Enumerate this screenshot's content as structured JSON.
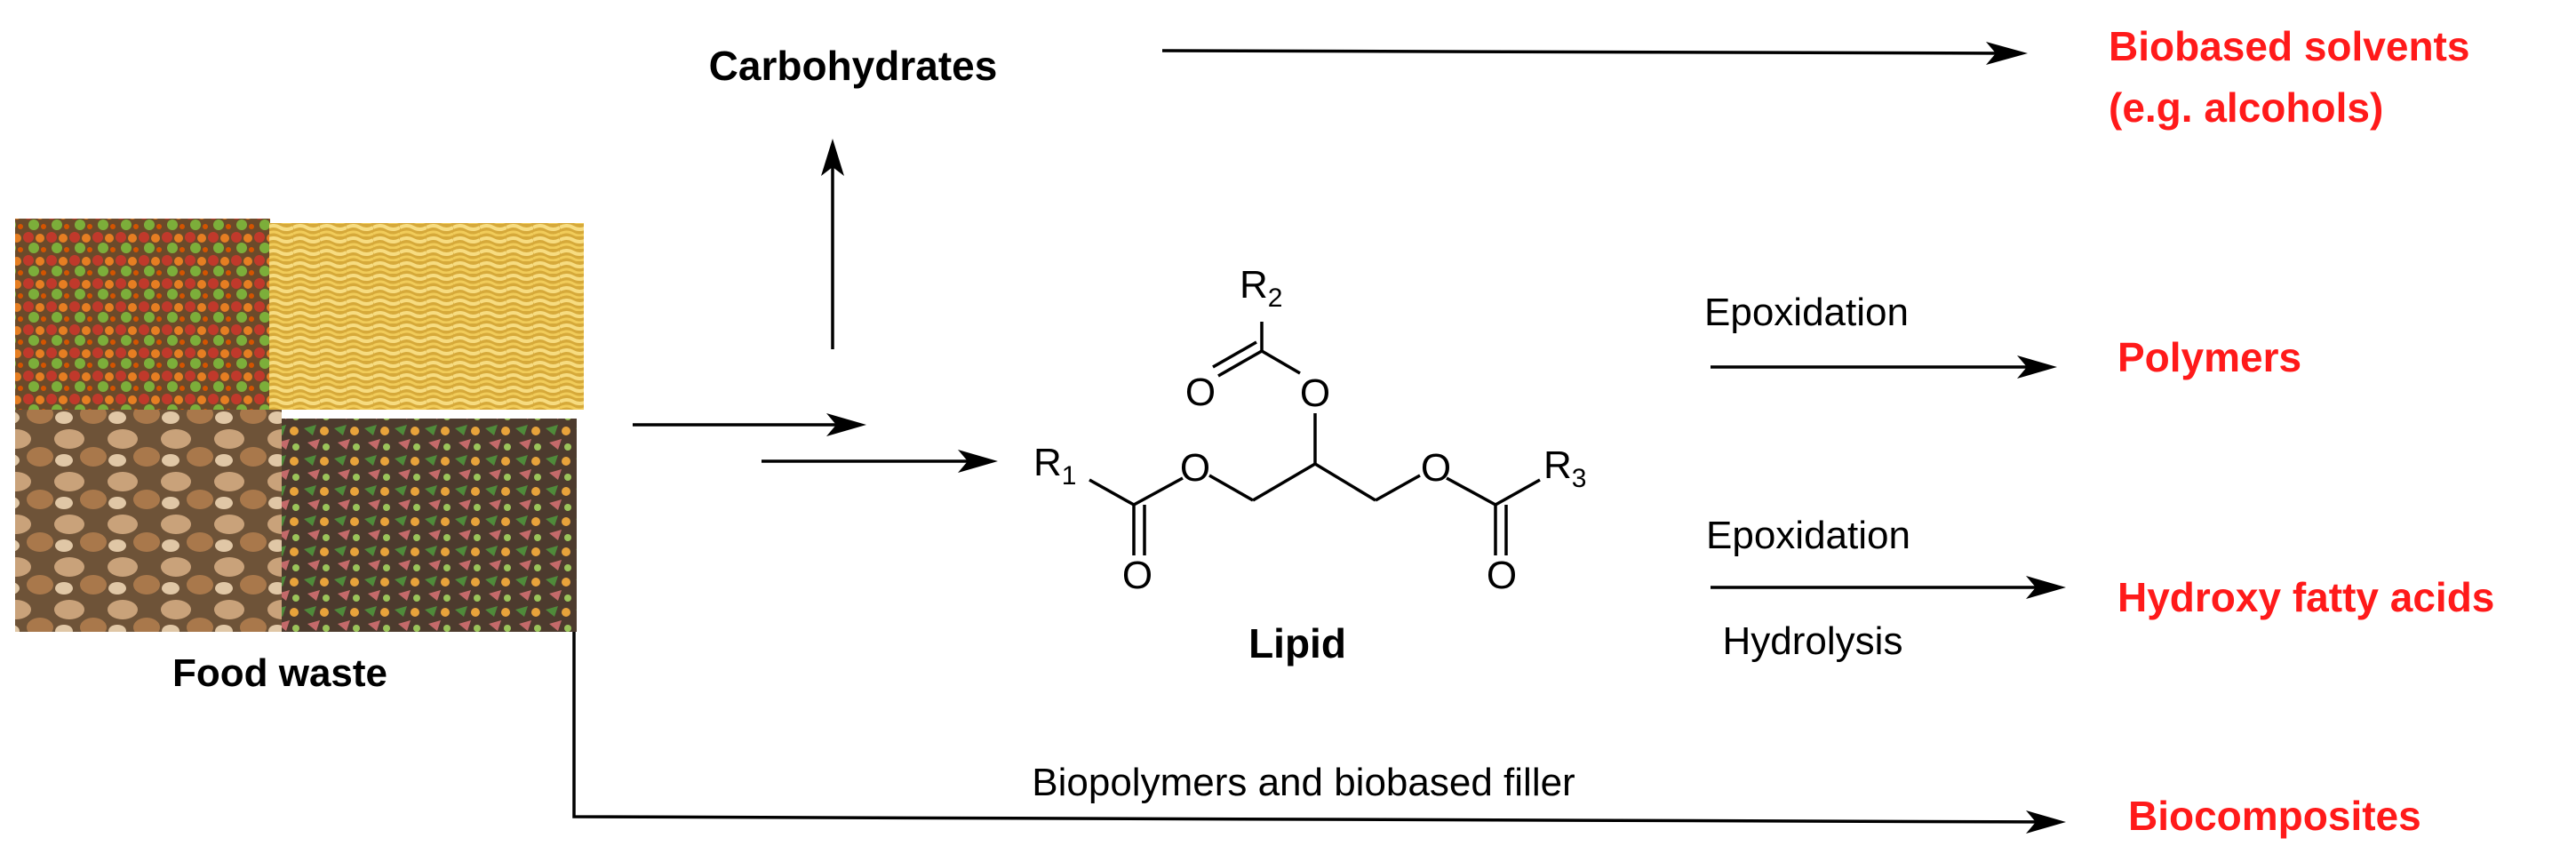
{
  "source": {
    "label": "Food waste",
    "photos": [
      "fruit-vegetable-waste",
      "noodles",
      "bread",
      "vegetable-scraps"
    ]
  },
  "intermediates": {
    "carbohydrates": "Carbohydrates",
    "lipid": {
      "label": "Lipid",
      "r1": "R",
      "r1_sub": "1",
      "r2": "R",
      "r2_sub": "2",
      "r3": "R",
      "r3_sub": "3",
      "oxygen": "O"
    }
  },
  "processes": {
    "epoxidation_1": "Epoxidation",
    "epoxidation_2": "Epoxidation",
    "hydrolysis": "Hydrolysis",
    "biopolymers_filler": "Biopolymers and biobased filler"
  },
  "products": {
    "solvents_line1": "Biobased solvents",
    "solvents_line2": "(e.g. alcohols)",
    "polymers": "Polymers",
    "hydroxy_fatty_acids": "Hydroxy fatty acids",
    "biocomposites": "Biocomposites"
  },
  "colors": {
    "product": "#ff1a1a",
    "arrow": "#000000"
  }
}
